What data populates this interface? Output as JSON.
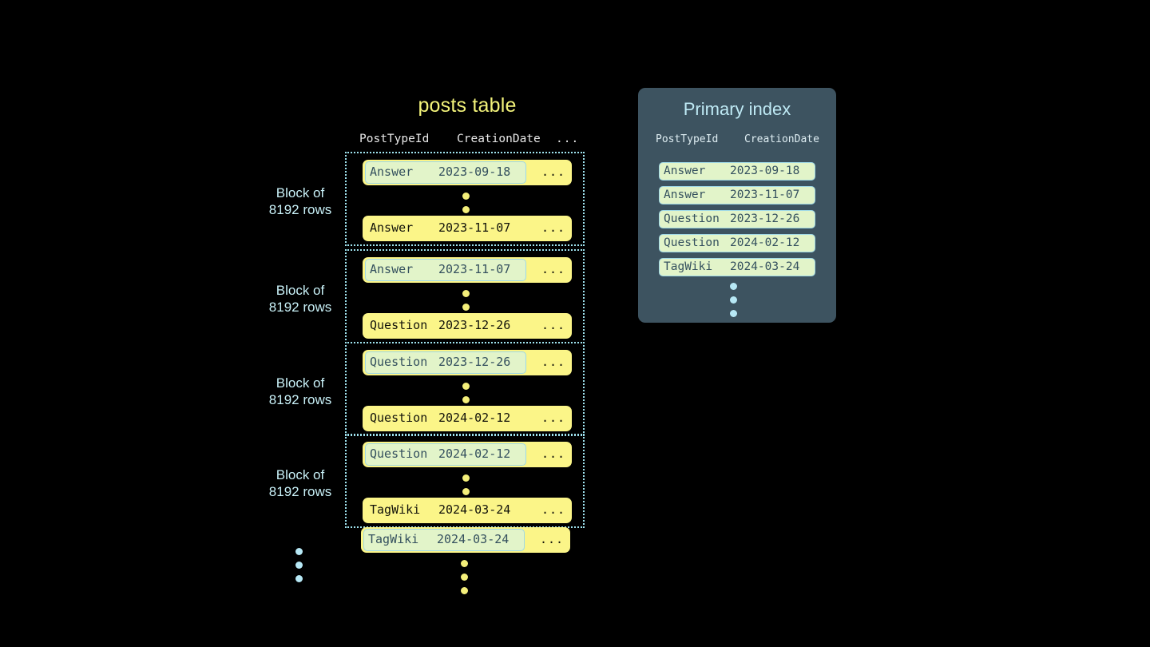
{
  "posts_table": {
    "title": "posts table",
    "columns": [
      "PostTypeId",
      "CreationDate",
      "..."
    ],
    "ellipsis": "...",
    "block_label_line1": "Block of",
    "block_label_line2": "8192 rows",
    "blocks": [
      {
        "label_line1": "Block of",
        "label_line2": "8192 rows",
        "first_row": {
          "post_type_id": "Answer",
          "creation_date": "2023-09-18",
          "more": "...",
          "highlighted": true
        },
        "last_row": {
          "post_type_id": "Answer",
          "creation_date": "2023-11-07",
          "more": "...",
          "highlighted": false
        }
      },
      {
        "label_line1": "Block of",
        "label_line2": "8192 rows",
        "first_row": {
          "post_type_id": "Answer",
          "creation_date": "2023-11-07",
          "more": "...",
          "highlighted": true
        },
        "last_row": {
          "post_type_id": "Question",
          "creation_date": "2023-12-26",
          "more": "...",
          "highlighted": false
        }
      },
      {
        "label_line1": "Block of",
        "label_line2": "8192 rows",
        "first_row": {
          "post_type_id": "Question",
          "creation_date": "2023-12-26",
          "more": "...",
          "highlighted": true
        },
        "last_row": {
          "post_type_id": "Question",
          "creation_date": "2024-02-12",
          "more": "...",
          "highlighted": false
        }
      },
      {
        "label_line1": "Block of",
        "label_line2": "8192 rows",
        "first_row": {
          "post_type_id": "Question",
          "creation_date": "2024-02-12",
          "more": "...",
          "highlighted": true
        },
        "last_row": {
          "post_type_id": "TagWiki",
          "creation_date": "2024-03-24",
          "more": "...",
          "highlighted": false
        }
      }
    ],
    "trailing_row": {
      "post_type_id": "TagWiki",
      "creation_date": "2024-03-24",
      "more": "...",
      "highlighted": true
    }
  },
  "primary_index": {
    "title": "Primary index",
    "columns": [
      "PostTypeId",
      "CreationDate"
    ],
    "rows": [
      {
        "post_type_id": "Answer",
        "creation_date": "2023-09-18"
      },
      {
        "post_type_id": "Answer",
        "creation_date": "2023-11-07"
      },
      {
        "post_type_id": "Question",
        "creation_date": "2023-12-26"
      },
      {
        "post_type_id": "Question",
        "creation_date": "2024-02-12"
      },
      {
        "post_type_id": "TagWiki",
        "creation_date": "2024-03-24"
      }
    ]
  },
  "colors": {
    "background": "#000000",
    "row_yellow": "#fbf588",
    "highlight_green": "#e2f4c9",
    "highlight_border": "#9fd8e6",
    "accent_cyan": "#c8f0f7",
    "title_yellow": "#f2f27a",
    "panel_slate": "#3d5360"
  }
}
